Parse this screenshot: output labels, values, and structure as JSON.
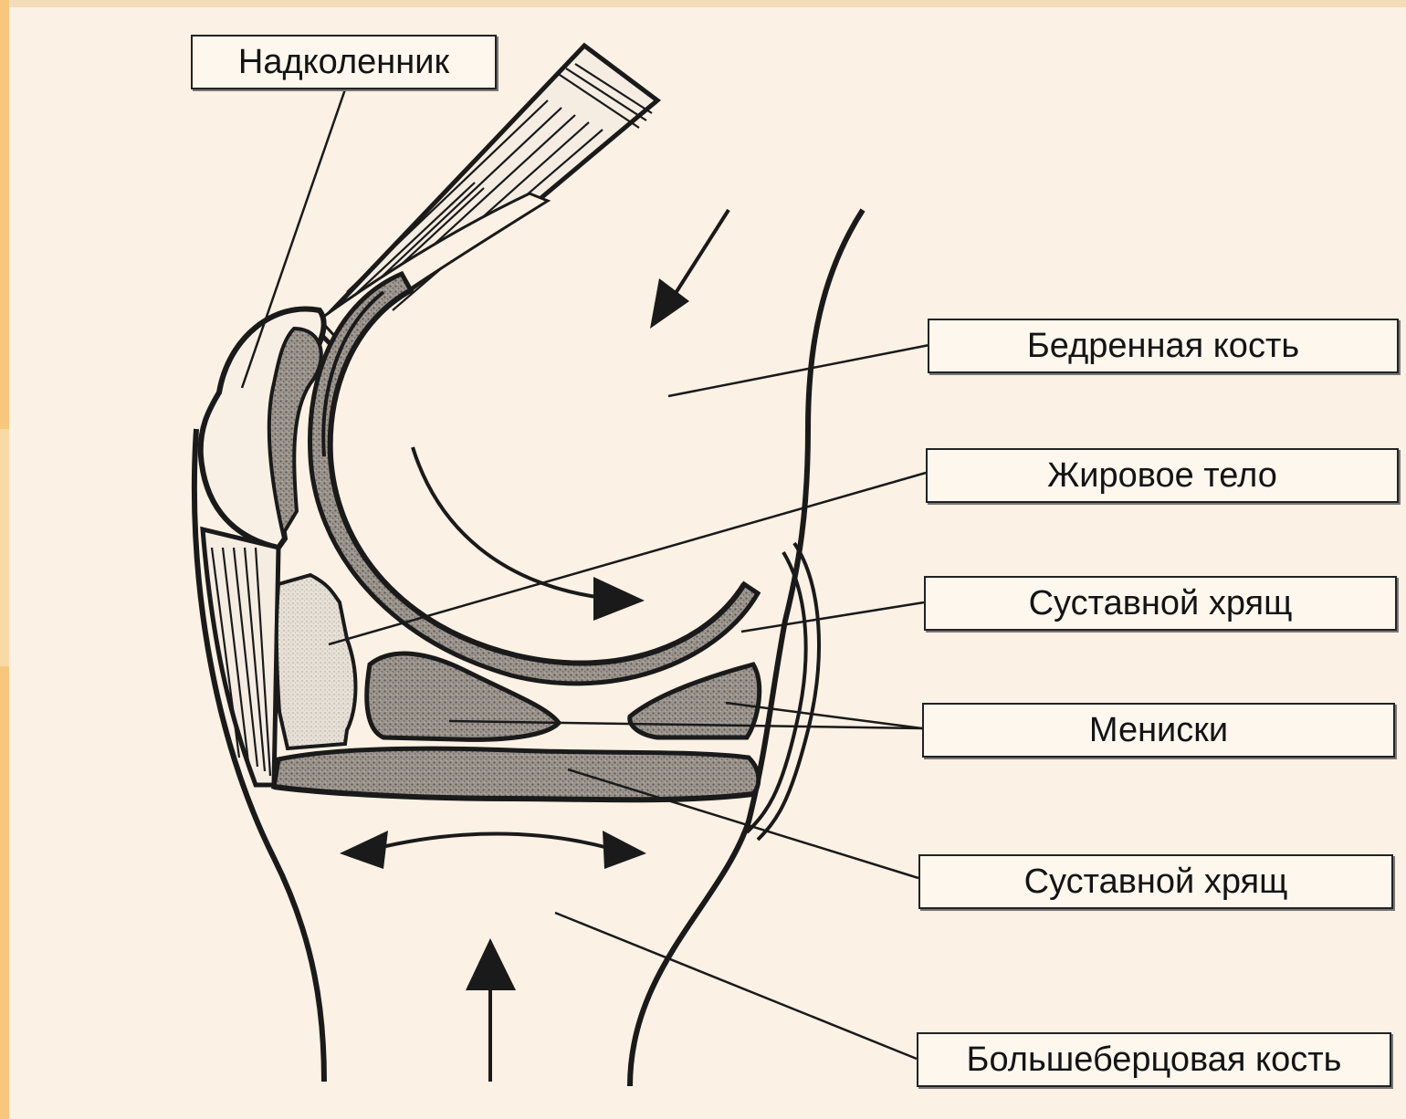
{
  "labels": {
    "patella": "Надколенник",
    "femur": "Бедренная кость",
    "fat_pad": "Жировое тело",
    "cartilage_upper": "Суставной хрящ",
    "menisci": "Мениски",
    "cartilage_lower": "Суставной хрящ",
    "tibia": "Большеберцовая кость"
  },
  "colors": {
    "background": "#fbf1e4",
    "frame": "#f7c77c",
    "ink": "#1a1a1a",
    "shading": "#8a8580",
    "fat_pad_fill": "#d8d2c8"
  }
}
